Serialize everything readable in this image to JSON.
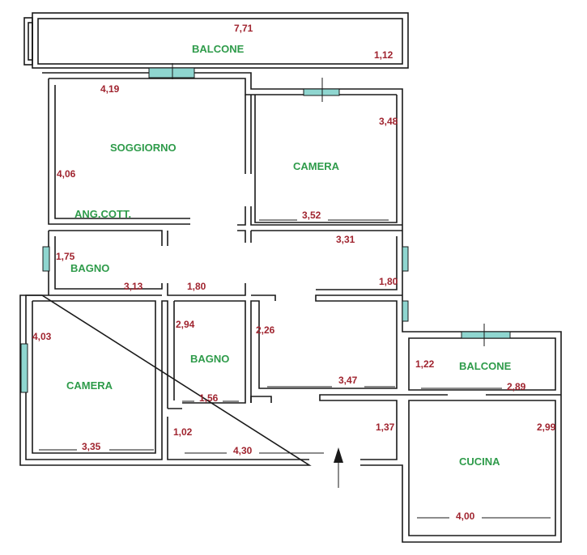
{
  "rooms": {
    "balcone_top": "BALCONE",
    "soggiorno": "SOGGIORNO",
    "ang_cott": "ANG.COTT.",
    "camera_top": "CAMERA",
    "bagno_left": "BAGNO",
    "camera_bottom": "CAMERA",
    "bagno_mid": "BAGNO",
    "balcone_right": "BALCONE",
    "cucina": "CUCINA"
  },
  "dims": {
    "d771": "7,71",
    "d112": "1,12",
    "d419": "4,19",
    "d348": "3,48",
    "d406": "4,06",
    "d352": "3,52",
    "d331": "3,31",
    "d175": "1,75",
    "d313": "3,13",
    "d180a": "1,80",
    "d180b": "1,80",
    "d403": "4,03",
    "d294": "2,94",
    "d226": "2,26",
    "d122": "1,22",
    "d289": "2,89",
    "d347": "3,47",
    "d156": "1,56",
    "d102": "1,02",
    "d335": "3,35",
    "d430": "4,30",
    "d137": "1,37",
    "d299": "2,99",
    "d400": "4,00"
  },
  "colors": {
    "wall": "#1a1a1a",
    "window": "#8fd6d0",
    "room_label": "#2e9b4a",
    "dimension": "#a0242f"
  }
}
